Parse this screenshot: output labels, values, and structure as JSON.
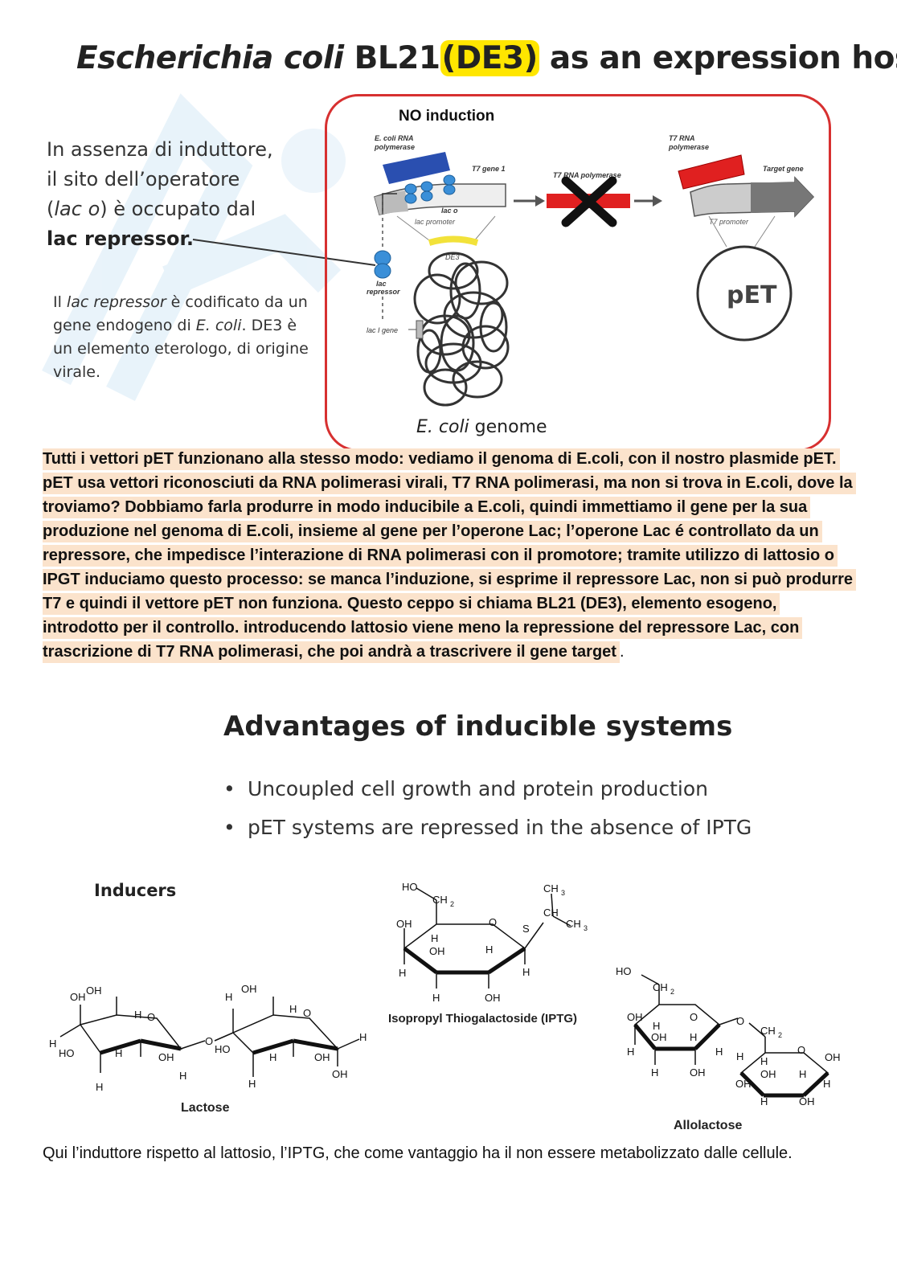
{
  "slide": {
    "title_italic": "Escherichia coli",
    "title_strain": " BL21",
    "title_highlight": "(DE3)",
    "title_rest": " as an expression host",
    "left_line1": "In assenza di induttore,",
    "left_line2": "il sito dell’operatore",
    "left_line3_a": "(",
    "left_line3_it": "lac o",
    "left_line3_b": ") è occupato dal",
    "left_line4": "lac repressor.",
    "small_a": "Il ",
    "small_it1": "lac repressor",
    "small_b": " è codificato da un gene endogeno di ",
    "small_it2": "E. coli",
    "small_c": ". DE3 è un elemento eterologo, di origine virale."
  },
  "diagram": {
    "no_induction": "NO induction",
    "ecoli_rnap": [
      "E. coli RNA",
      "polymerase"
    ],
    "t7_gene1": "T7 gene 1",
    "lac_o": [
      "lac  o"
    ],
    "lac_promoter": "lac promoter",
    "t7_rnap_mid": "T7 RNA polymerase",
    "t7_rnap_right": [
      "T7 RNA",
      "polymerase"
    ],
    "target_gene": "Target gene",
    "t7_promoter": "T7 promoter",
    "de3": "DE3",
    "lac_repressor": [
      "lac",
      "repressor"
    ],
    "lac_i_gene": "lac I gene",
    "pet": "pET",
    "genome_italic": "E. coli",
    "genome_rest": " genome"
  },
  "note": "Tutti i vettori pET funzionano alla stesso modo: vediamo il genoma di E.coli, con il nostro plasmide pET. pET usa vettori riconosciuti da RNA polimerasi virali, T7 RNA polimerasi, ma non si trova in E.coli, dove la troviamo? Dobbiamo farla produrre in modo inducibile a E.coli, quindi immettiamo il gene per la sua produzione nel genoma di E.coli, insieme al gene per l’operone Lac; l’operone Lac é controllato da un repressore, che impedisce l’interazione di RNA polimerasi con il promotore; tramite utilizzo di lattosio o IPGT induciamo questo processo: se manca l’induzione, si esprime il repressore Lac, non si può produrre T7 e quindi il vettore pET non funziona. Questo ceppo si chiama BL21 (DE3), elemento esogeno, introdotto per il controllo. introducendo lattosio viene meno la repressione del repressore Lac, con trascrizione di T7 RNA polimerasi, che poi andrà a trascrivere il gene target",
  "note_end": ".",
  "advantages": {
    "title": "Advantages of inducible systems",
    "bullets": [
      "Uncoupled cell growth and protein production",
      "pET systems are repressed in the absence of IPTG"
    ],
    "bullet_char": "•"
  },
  "inducers": {
    "label": "Inducers",
    "lactose": "Lactose",
    "iptg": "Isopropyl Thiogalactoside (IPTG)",
    "allolactose": "Allolactose"
  },
  "caption": "Qui l’induttore rispetto al lattosio, l’IPTG, che come vantaggio ha il non essere metabolizzato dalle cellule.",
  "colors": {
    "title_highlight": "#ffe600",
    "panel_border": "#d73030",
    "note_highlight": "#fbe3cc",
    "ecoli_rnap": "#2a4fb0",
    "t7_rnap": "#e02020",
    "repressor": "#3a8fd8",
    "de3_band": "#f2e23a"
  }
}
